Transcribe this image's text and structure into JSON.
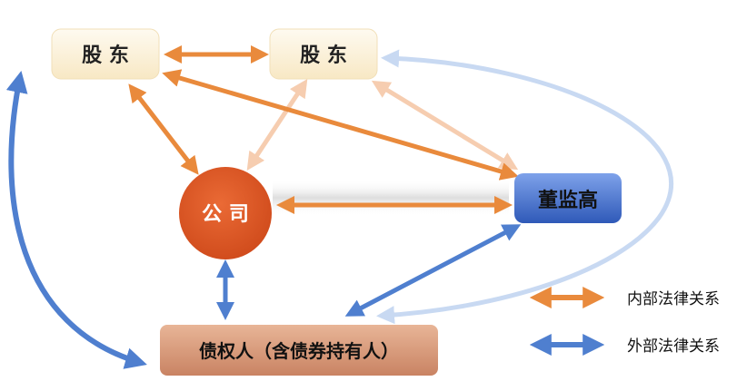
{
  "nodes": {
    "shareholder_left": {
      "label": "股 东"
    },
    "shareholder_right": {
      "label": "股 东"
    },
    "company": {
      "label": "公 司"
    },
    "executives": {
      "label": "董监高"
    },
    "creditors": {
      "label": "债权人（含债券持有人）"
    }
  },
  "legend": {
    "internal": {
      "label": "内部法律关系",
      "color": "#e98a3c"
    },
    "external": {
      "label": "外部法律关系",
      "color": "#4f7fcf"
    }
  },
  "colors": {
    "orange": "#e98a3c",
    "orange_faded": "#f6cdb0",
    "blue": "#4f7fcf",
    "blue_faded": "#c8d9f2",
    "shareholder_fill": "#fbf0d8",
    "company_fill": "#de5a28",
    "executives_fill": "#4d79d6",
    "creditors_fill": "#d69a7b"
  }
}
